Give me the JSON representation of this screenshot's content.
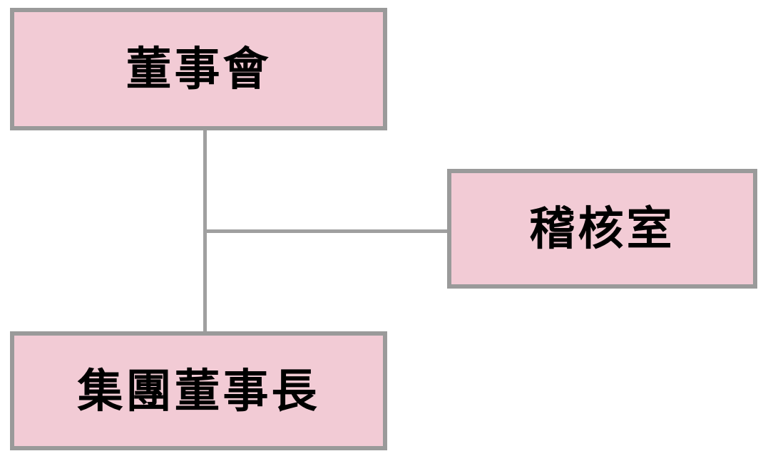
{
  "chart": {
    "type": "org-chart",
    "colors": {
      "background": "#ffffff",
      "box_fill": "#f2cbd5",
      "box_border": "#9a9a9a",
      "connector": "#a0a0a0",
      "text": "#000000"
    },
    "nodes": [
      {
        "id": "board",
        "label": "董事會"
      },
      {
        "id": "audit",
        "label": "稽核室"
      },
      {
        "id": "chairman",
        "label": "集團董事長"
      }
    ],
    "edges": [
      {
        "from": "board",
        "to": "chairman",
        "style": "vertical-line"
      },
      {
        "from": "board-chairman-line",
        "to": "audit",
        "style": "horizontal-branch"
      }
    ]
  }
}
